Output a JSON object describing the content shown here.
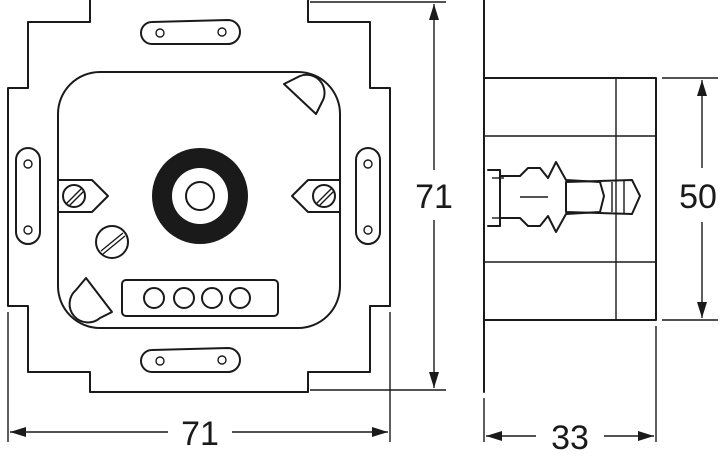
{
  "dimensions": {
    "front_width": "71",
    "front_height": "71",
    "side_depth": "33",
    "side_height": "50"
  },
  "colors": {
    "line": "#1a1a1a",
    "background": "#ffffff"
  }
}
